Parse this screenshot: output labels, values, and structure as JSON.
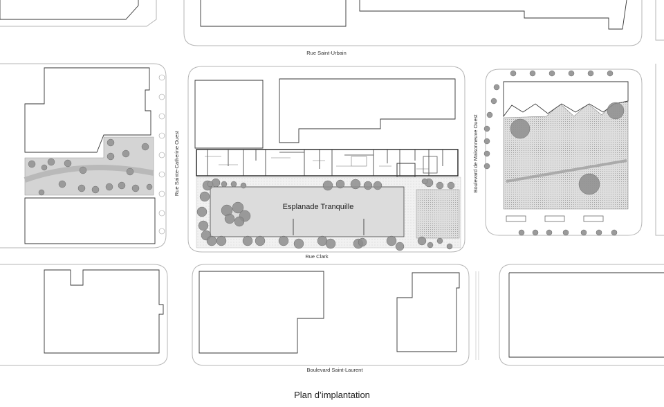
{
  "streets": {
    "rue_saint_urbain": "Rue Saint-Urbain",
    "rue_sainte_catherine_ouest": "Rue Sainte-Catherine Ouest",
    "boulevard_de_maisonneuve_ouest": "Boulevard de Maisonneuve Ouest",
    "rue_clark": "Rue Clark",
    "boulevard_saint_laurent": "Boulevard Saint-Laurent"
  },
  "plaza_label": "Esplanade Tranquille",
  "caption": "Plan d’implantation",
  "colors": {
    "background": "#ffffff",
    "building_outline": "#333333",
    "block_outline": "#b5b5b5",
    "tree_fill": "#8d8d8d",
    "plaza_fill": "#dcdcdc",
    "green_space_fill": "#d4d4d4"
  }
}
